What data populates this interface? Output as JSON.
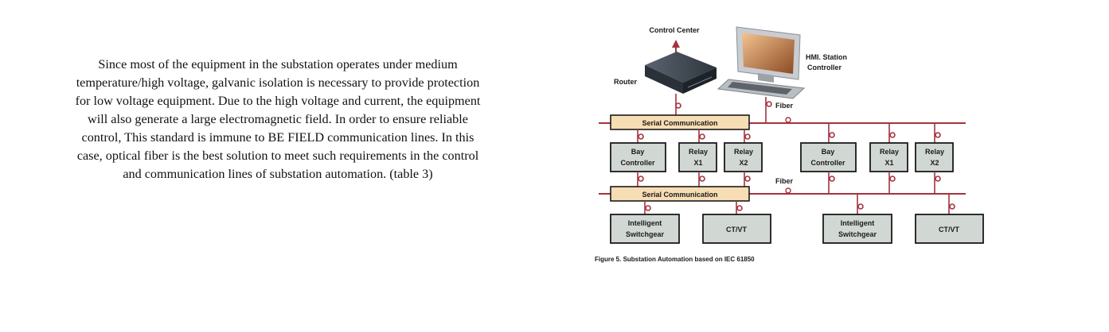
{
  "paragraph": "Since most of the equipment in the substation operates under medium temperature/high voltage, galvanic isolation is necessary to provide protection for low voltage equipment. Due to the high voltage and current, the equipment will also generate a large electromagnetic field. In order to ensure reliable control, This standard is immune to BE FIELD communication lines. In this case, optical fiber is the best solution to meet such requirements in the control and communication lines of substation automation. (table 3)",
  "diagram": {
    "control_center": "Control Center",
    "router": "Router",
    "hmi_line1": "HMI. Station",
    "hmi_line2": "Controller",
    "fiber": "Fiber",
    "serial_comm": "Serial Communication",
    "bay_line1": "Bay",
    "bay_line2": "Controller",
    "relay": "Relay",
    "relay_x1": "X1",
    "relay_x2": "X2",
    "intel_line1": "Intelligent",
    "intel_line2": "Switchgear",
    "ctvt": "CT/VT",
    "caption": "Figure 5. Substation Automation based on IEC 61850"
  },
  "colors": {
    "bus": "#a4333f",
    "box_fill": "#d1d8d3",
    "serial_fill": "#f7ddb3",
    "box_stroke": "#1a1a1a"
  }
}
